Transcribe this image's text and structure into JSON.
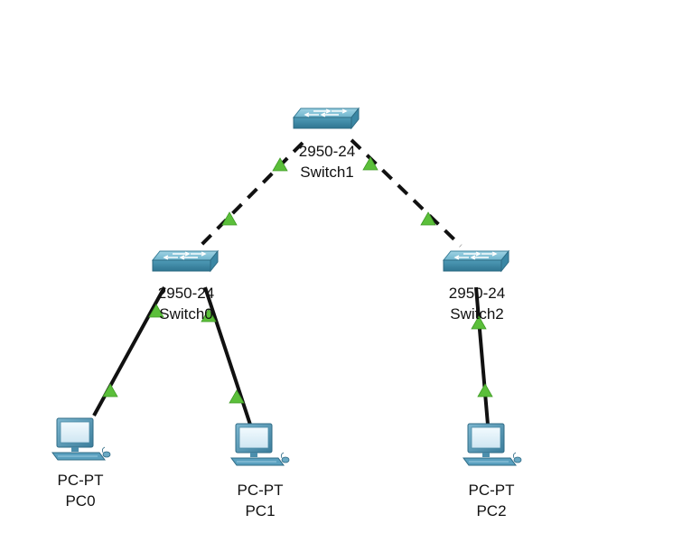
{
  "colors": {
    "background": "#ffffff",
    "link": "#111111",
    "link_up_indicator": "#5bbf3a",
    "switch_top": "#7fc2d8",
    "switch_side": "#3f8aa6",
    "pc_body": "#5a9ab8",
    "pc_screen": "#e6f3fa"
  },
  "devices": {
    "switch1": {
      "model": "2950-24",
      "name": "Switch1",
      "icon": "switch-icon"
    },
    "switch0": {
      "model": "2950-24",
      "name": "Switch0",
      "icon": "switch-icon"
    },
    "switch2": {
      "model": "2950-24",
      "name": "Switch2",
      "icon": "switch-icon"
    },
    "pc0": {
      "model": "PC-PT",
      "name": "PC0",
      "icon": "pc-icon"
    },
    "pc1": {
      "model": "PC-PT",
      "name": "PC1",
      "icon": "pc-icon"
    },
    "pc2": {
      "model": "PC-PT",
      "name": "PC2",
      "icon": "pc-icon"
    }
  },
  "links": [
    {
      "from": "switch1",
      "to": "switch0",
      "style": "dashed",
      "type": "crossover"
    },
    {
      "from": "switch1",
      "to": "switch2",
      "style": "dashed",
      "type": "crossover"
    },
    {
      "from": "switch0",
      "to": "pc0",
      "style": "solid",
      "type": "straight-through"
    },
    {
      "from": "switch0",
      "to": "pc1",
      "style": "solid",
      "type": "straight-through"
    },
    {
      "from": "switch2",
      "to": "pc2",
      "style": "solid",
      "type": "straight-through"
    }
  ]
}
